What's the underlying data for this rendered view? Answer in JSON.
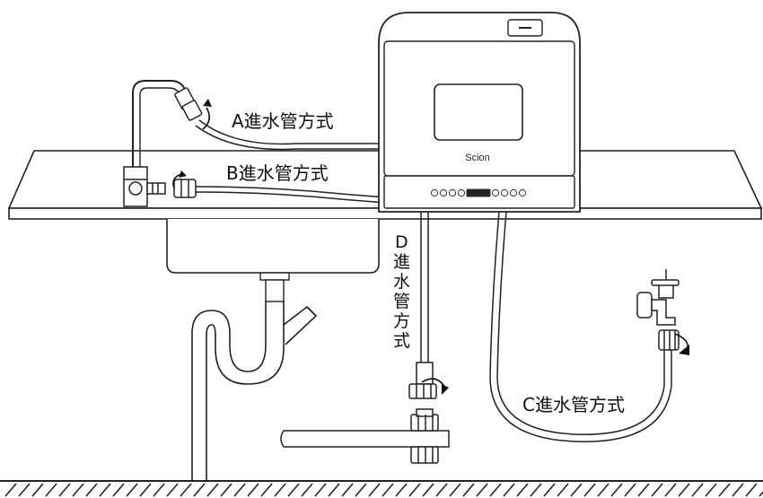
{
  "appliance": {
    "brand": "Scion"
  },
  "labels": {
    "a": "A進水管方式",
    "b": "B進水管方式",
    "c": "C進水管方式",
    "d_letter": "D",
    "d_chars": [
      "進",
      "水",
      "管",
      "方",
      "式"
    ]
  }
}
